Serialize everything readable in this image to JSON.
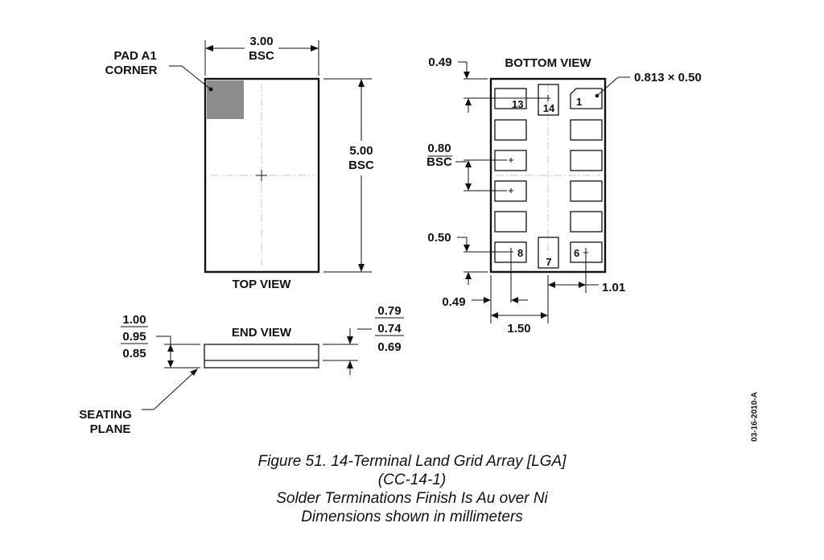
{
  "top_view": {
    "label": "TOP VIEW",
    "width_dim": "3.00",
    "width_bsc": "BSC",
    "length_dim": "5.00",
    "length_bsc": "BSC",
    "pad_a1_line1": "PAD A1",
    "pad_a1_line2": "CORNER"
  },
  "bottom_view": {
    "label": "BOTTOM VIEW",
    "pad_size": "0.813 × 0.50",
    "dim_top": "0.49",
    "pitch_value": "0.80",
    "pitch_bsc": "BSC",
    "dim_pad_height": "0.50",
    "dim_bottom": "0.49",
    "dim_row_span": "1.50",
    "dim_right": "1.01",
    "pins": [
      "1",
      "6",
      "7",
      "8",
      "13",
      "14"
    ]
  },
  "end_view": {
    "label": "END VIEW",
    "height_max": "1.00",
    "height_nom": "0.95",
    "height_min": "0.85",
    "sub_max": "0.79",
    "sub_nom": "0.74",
    "sub_min": "0.69",
    "seating_line1": "SEATING",
    "seating_line2": "PLANE"
  },
  "doc_code": "03-16-2010-A",
  "caption": {
    "line1": "Figure 51. 14-Terminal Land Grid Array [LGA]",
    "line2": "(CC-14-1)",
    "line3": "Solder Terminations Finish Is Au over Ni",
    "line4": "Dimensions shown in millimeters"
  },
  "colors": {
    "pad_a1_marker": "#8c8c8c",
    "ink": "#111111",
    "centerline": "#c8c8c8"
  }
}
